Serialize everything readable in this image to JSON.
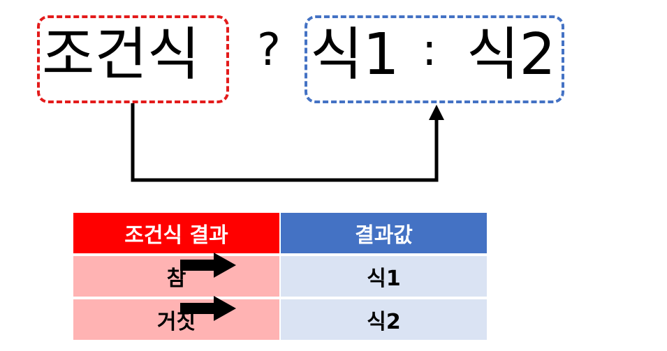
{
  "syntax": {
    "condition": "조건식",
    "question_mark": "?",
    "expr1": "식1",
    "colon": ":",
    "expr2": "식2"
  },
  "table": {
    "headers": [
      "조건식 결과",
      "결과값"
    ],
    "rows": [
      {
        "condition": "참",
        "result": "식1"
      },
      {
        "condition": "거짓",
        "result": "식2"
      }
    ]
  },
  "colors": {
    "condition_border": "#e31b1b",
    "result_border": "#4472c4",
    "header_left_bg": "#ff0000",
    "header_right_bg": "#4472c4",
    "row_left_bg": "#ffb3b3",
    "row_right_bg": "#dae3f3",
    "arrow": "#000000"
  }
}
